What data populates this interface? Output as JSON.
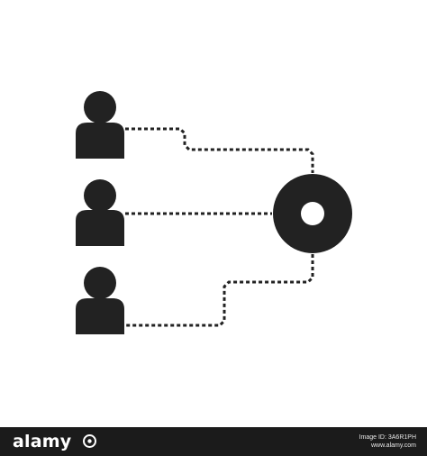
{
  "colors": {
    "background": "#ffffff",
    "icon": "#222222",
    "footer_background": "#1b1b1b",
    "footer_text": "#ffffff"
  },
  "icons": [
    "person-icon",
    "person-icon",
    "person-icon",
    "target-circle-icon",
    "dotted-connector-line"
  ],
  "footer": {
    "brand": "alamy",
    "image_id_line": "Image ID: 3A6R1PH",
    "site": "www.alamy.com"
  }
}
